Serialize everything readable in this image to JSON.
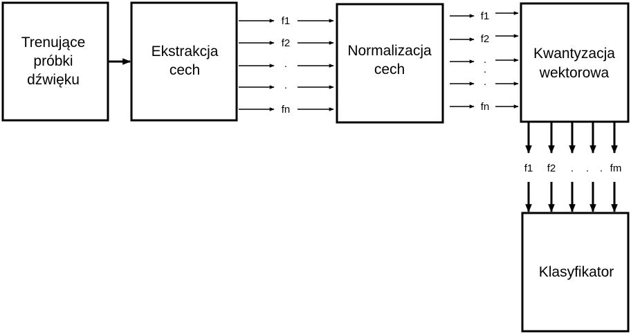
{
  "boxes": {
    "samples": {
      "line1": "Trenujące",
      "line2": "próbki",
      "line3": "dźwięku"
    },
    "extraction": {
      "line1": "Ekstrakcja",
      "line2": "cech"
    },
    "normalization": {
      "line1": "Normalizacja",
      "line2": "cech"
    },
    "quantization": {
      "line1": "Kwantyzacja",
      "line2": "wektorowa"
    },
    "classifier": {
      "line1": "Klasyfikator"
    }
  },
  "features_extraction": {
    "f1": "f1",
    "f2": "f2",
    "dot": ".",
    "fn": "fn"
  },
  "features_normalization": {
    "f1": "f1",
    "f2": "f2",
    "dot": ".",
    "fn": "fn"
  },
  "features_quantization": {
    "f1": "f1",
    "f2": "f2",
    "dot": ".",
    "fm": "fm"
  },
  "colors": {
    "stroke": "#000000",
    "background": "#ffffff"
  }
}
